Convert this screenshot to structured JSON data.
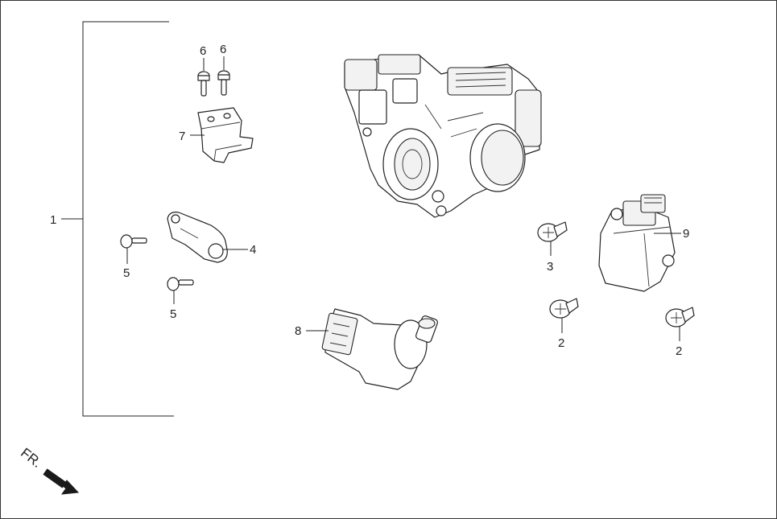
{
  "callouts": {
    "c1": "1",
    "c2a": "2",
    "c2b": "2",
    "c3": "3",
    "c4": "4",
    "c5a": "5",
    "c5b": "5",
    "c6a": "6",
    "c6b": "6",
    "c7": "7",
    "c8": "8",
    "c9": "9"
  },
  "front_marker": "FR.",
  "colors": {
    "ink": "#222222",
    "background": "#ffffff"
  }
}
